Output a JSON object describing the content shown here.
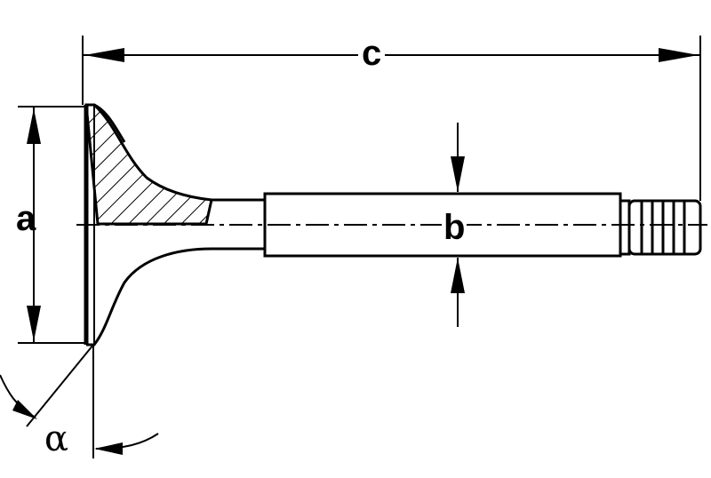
{
  "labels": {
    "a": "a",
    "b": "b",
    "c": "c",
    "alpha": "α"
  },
  "colors": {
    "line": "#000000",
    "background": "#ffffff"
  }
}
